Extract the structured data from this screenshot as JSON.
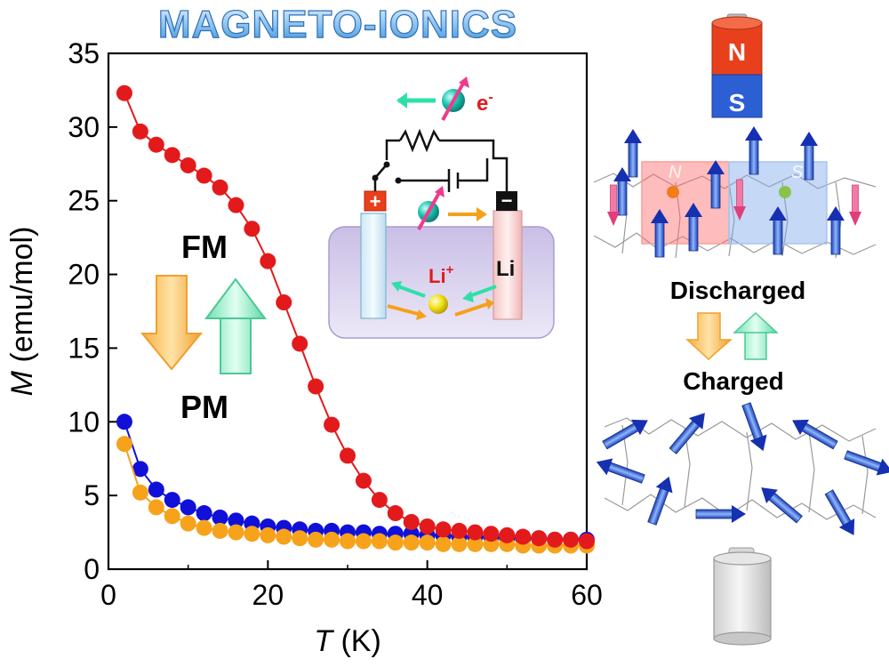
{
  "title": "MAGNETO-IONICS",
  "chart_data": {
    "type": "scatter",
    "xlabel_var": "T",
    "xlabel_unit": " (K)",
    "ylabel_var": "M",
    "ylabel_unit": " (emu/mol)",
    "xlim": [
      0,
      60
    ],
    "ylim": [
      0,
      35
    ],
    "xticks": [
      "0",
      "20",
      "40",
      "60"
    ],
    "xtick_values": [
      0,
      20,
      40,
      60
    ],
    "yticks": [
      "0",
      "5",
      "10",
      "15",
      "20",
      "25",
      "30",
      "35"
    ],
    "ytick_values": [
      0,
      5,
      10,
      15,
      20,
      25,
      30,
      35
    ],
    "grid": false,
    "series": [
      {
        "color": "#e31a1c",
        "x": [
          2,
          4,
          6,
          8,
          10,
          12,
          14,
          16,
          18,
          20,
          22,
          24,
          26,
          28,
          30,
          32,
          34,
          36,
          38,
          40,
          42,
          44,
          46,
          48,
          50,
          52,
          54,
          56,
          58,
          60
        ],
        "y": [
          32.3,
          29.7,
          28.8,
          28.1,
          27.4,
          26.7,
          25.9,
          24.7,
          23.1,
          20.9,
          18.1,
          15.3,
          12.4,
          9.8,
          7.7,
          6.0,
          4.7,
          3.8,
          3.2,
          2.9,
          2.7,
          2.6,
          2.5,
          2.4,
          2.3,
          2.2,
          2.1,
          2.0,
          2.0,
          1.9
        ]
      },
      {
        "color": "#1010d8",
        "x": [
          2,
          4,
          6,
          8,
          10,
          12,
          14,
          16,
          18,
          20,
          22,
          24,
          26,
          28,
          30,
          32,
          34,
          36,
          38,
          40,
          42,
          44,
          46,
          48,
          50,
          52,
          54,
          56,
          58,
          60
        ],
        "y": [
          10.0,
          6.8,
          5.4,
          4.7,
          4.2,
          3.8,
          3.5,
          3.3,
          3.1,
          2.9,
          2.8,
          2.7,
          2.6,
          2.6,
          2.5,
          2.5,
          2.4,
          2.4,
          2.4,
          2.3,
          2.3,
          2.2,
          2.2,
          2.2,
          2.1,
          2.1,
          2.1,
          2.0,
          2.0,
          2.0
        ]
      },
      {
        "color": "#f7a21b",
        "x": [
          2,
          4,
          6,
          8,
          10,
          12,
          14,
          16,
          18,
          20,
          22,
          24,
          26,
          28,
          30,
          32,
          34,
          36,
          38,
          40,
          42,
          44,
          46,
          48,
          50,
          52,
          54,
          56,
          58,
          60
        ],
        "y": [
          8.5,
          5.2,
          4.2,
          3.6,
          3.1,
          2.8,
          2.6,
          2.5,
          2.4,
          2.3,
          2.2,
          2.1,
          2.0,
          2.0,
          1.9,
          1.9,
          1.9,
          1.8,
          1.8,
          1.8,
          1.7,
          1.7,
          1.7,
          1.7,
          1.7,
          1.6,
          1.6,
          1.6,
          1.6,
          1.6
        ]
      }
    ]
  },
  "labels": {
    "fm": "FM",
    "pm": "PM",
    "electron": "e",
    "electron_sup": "-",
    "li_ion": "Li",
    "li_ion_sup": "+",
    "li_metal": "Li",
    "plus_sign": "+",
    "minus_sign": "−",
    "magnet_n": "N",
    "magnet_s": "S",
    "cube_n": "N",
    "cube_s": "S",
    "discharged": "Discharged",
    "charged": "Charged"
  },
  "colors": {
    "red_series": "#e31a1c",
    "blue_series": "#1010d8",
    "orange_series": "#f7a21b",
    "magnet_north": "#e8401c",
    "magnet_south": "#2d5fd4",
    "electrolyte": "#d9d2ec",
    "teal_arrow": "#2ee0a8",
    "orange_arrow": "#f5a01a"
  },
  "icons": {
    "magnet": "bar-magnet-icon",
    "battery": "battery-cell-icon",
    "spin": "spin-arrow-icon"
  }
}
